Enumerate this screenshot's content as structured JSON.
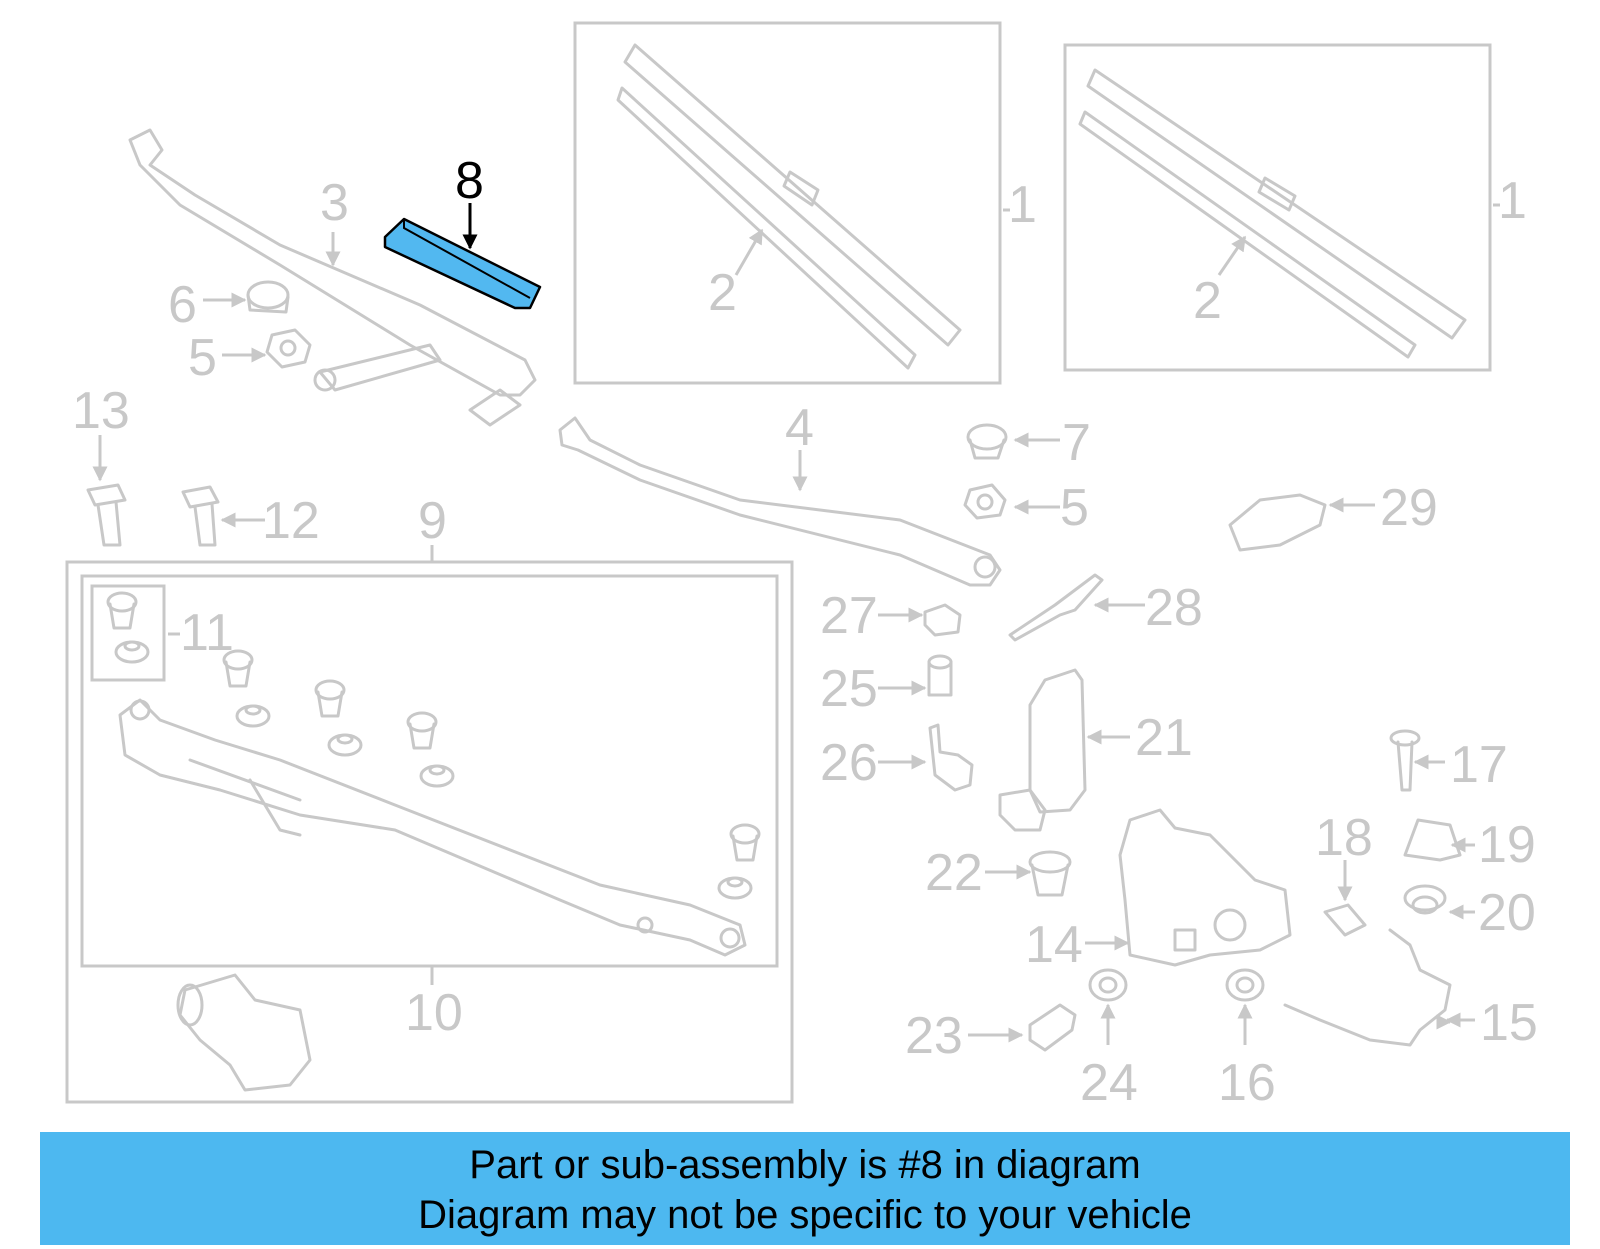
{
  "colors": {
    "highlight_fill": "#52b8f0",
    "banner_bg": "#4db8f0",
    "part_stroke": "#c8c8c8",
    "highlight_text": "#000000"
  },
  "diagram": {
    "highlighted_part": "8",
    "callouts": [
      {
        "id": "c1a",
        "label": "1"
      },
      {
        "id": "c1b",
        "label": "1"
      },
      {
        "id": "c2a",
        "label": "2"
      },
      {
        "id": "c2b",
        "label": "2"
      },
      {
        "id": "c3",
        "label": "3"
      },
      {
        "id": "c4",
        "label": "4"
      },
      {
        "id": "c5a",
        "label": "5"
      },
      {
        "id": "c5b",
        "label": "5"
      },
      {
        "id": "c6",
        "label": "6"
      },
      {
        "id": "c7",
        "label": "7"
      },
      {
        "id": "c8",
        "label": "8"
      },
      {
        "id": "c9",
        "label": "9"
      },
      {
        "id": "c10",
        "label": "10"
      },
      {
        "id": "c11",
        "label": "11"
      },
      {
        "id": "c12",
        "label": "12"
      },
      {
        "id": "c13",
        "label": "13"
      },
      {
        "id": "c14",
        "label": "14"
      },
      {
        "id": "c15",
        "label": "15"
      },
      {
        "id": "c16",
        "label": "16"
      },
      {
        "id": "c17",
        "label": "17"
      },
      {
        "id": "c18",
        "label": "18"
      },
      {
        "id": "c19",
        "label": "19"
      },
      {
        "id": "c20",
        "label": "20"
      },
      {
        "id": "c21",
        "label": "21"
      },
      {
        "id": "c22",
        "label": "22"
      },
      {
        "id": "c23",
        "label": "23"
      },
      {
        "id": "c24",
        "label": "24"
      },
      {
        "id": "c25",
        "label": "25"
      },
      {
        "id": "c26",
        "label": "26"
      },
      {
        "id": "c27",
        "label": "27"
      },
      {
        "id": "c28",
        "label": "28"
      },
      {
        "id": "c29",
        "label": "29"
      }
    ]
  },
  "banner": {
    "line1": "Part or sub-assembly is #8 in diagram",
    "line2": "Diagram may not be specific to your vehicle"
  }
}
